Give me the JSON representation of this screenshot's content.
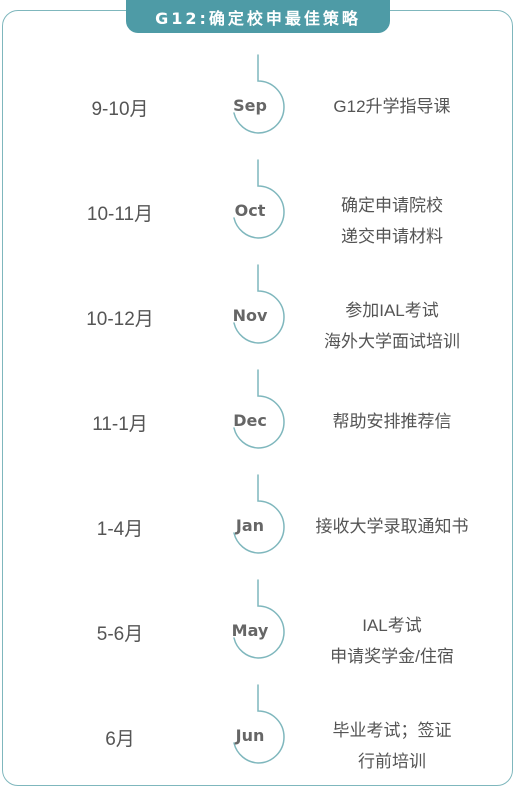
{
  "title": "G12:确定校申最佳策略",
  "colors": {
    "accent": "#4e9ba6",
    "line": "#7fb7bd",
    "text": "#555555"
  },
  "rows": [
    {
      "period": "9-10月",
      "month": "Sep",
      "events": [
        "G12升学指导课"
      ]
    },
    {
      "period": "10-11月",
      "month": "Oct",
      "events": [
        "确定申请院校",
        "递交申请材料"
      ]
    },
    {
      "period": "10-12月",
      "month": "Nov",
      "events": [
        "参加IAL考试",
        "海外大学面试培训"
      ]
    },
    {
      "period": "11-1月",
      "month": "Dec",
      "events": [
        "帮助安排推荐信"
      ]
    },
    {
      "period": "1-4月",
      "month": "Jan",
      "events": [
        "接收大学录取通知书"
      ]
    },
    {
      "period": "5-6月",
      "month": "May",
      "events": [
        "IAL考试",
        "申请奖学金/住宿"
      ]
    },
    {
      "period": "6月",
      "month": "Jun",
      "events": [
        "毕业考试；签证",
        "行前培训"
      ]
    }
  ]
}
